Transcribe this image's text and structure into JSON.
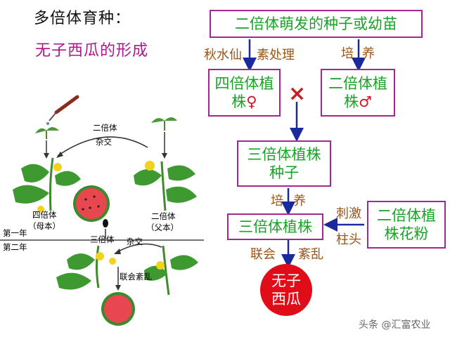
{
  "heading": {
    "title": "多倍体育种：",
    "subtitle": "无子西瓜的形成"
  },
  "illustration": {
    "labels": {
      "diploid_top": "二倍体",
      "cross_top": "杂交",
      "tetraploid": "四倍体",
      "mother": "（母本）",
      "diploid_right": "二倍体",
      "father": "（父本）",
      "year1": "第一年",
      "year2": "第二年",
      "triploid": "三倍体",
      "cross_bottom": "杂交",
      "disorder": "联会紊乱"
    }
  },
  "flow": {
    "start_box": "二倍体萌发的种子或幼苗",
    "treat_left": "秋水仙",
    "treat_right": "素处理",
    "culture_top_left": "培",
    "culture_top_right": "养",
    "tetraploid_box_line1": "四倍体植",
    "tetraploid_box_line2": "株",
    "female_symbol": "♀",
    "diploid_box_line1": "二倍体植",
    "diploid_box_line2": "株",
    "male_symbol": "♂",
    "cross_symbol": "×",
    "triploid_seed_line1": "三倍体植株",
    "triploid_seed_line2": "种子",
    "culture_mid_left": "培",
    "culture_mid_right": "养",
    "triploid_plant": "三倍体植株",
    "stimulate": "刺激",
    "stigma": "柱头",
    "pollen_line1": "二倍体植",
    "pollen_line2": "株花粉",
    "synapsis": "联会",
    "disorder": "紊乱",
    "result_line1": "无子",
    "result_line2": "西瓜"
  },
  "watermark": "头条 @汇富农业",
  "colors": {
    "box_border": "#a02890",
    "box_text": "#17a324",
    "note_text": "#9c5516",
    "arrow": "#1a2a9c",
    "result_fill": "#e00c17",
    "female": "#d0182a",
    "male": "#d0182a"
  }
}
